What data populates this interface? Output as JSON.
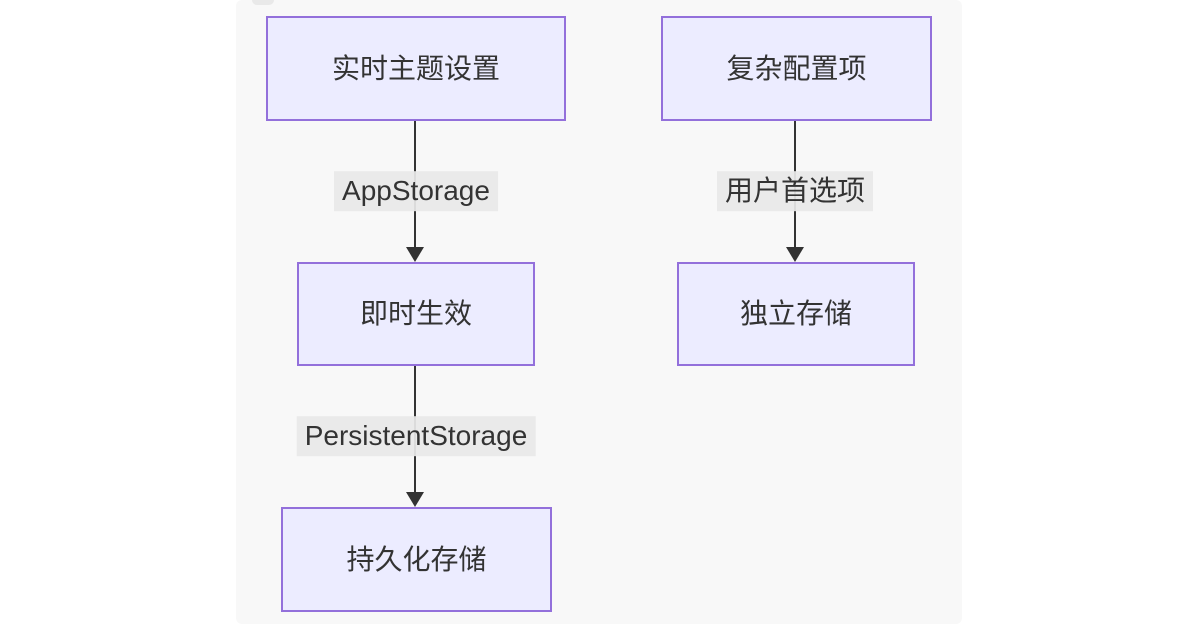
{
  "diagram": {
    "left_flow": {
      "node_top": "实时主题设置",
      "edge1_label": "AppStorage",
      "node_mid": "即时生效",
      "edge2_label": "PersistentStorage",
      "node_bottom": "持久化存储"
    },
    "right_flow": {
      "node_top": "复杂配置项",
      "edge_label": "用户首选项",
      "node_bottom": "独立存储"
    },
    "colors": {
      "node_fill": "#ECECFF",
      "node_border": "#9370DB",
      "edge_label_bg": "#e8e8e8",
      "arrow": "#333333",
      "canvas_bg": "#f8f8f8",
      "text": "#333333"
    }
  }
}
